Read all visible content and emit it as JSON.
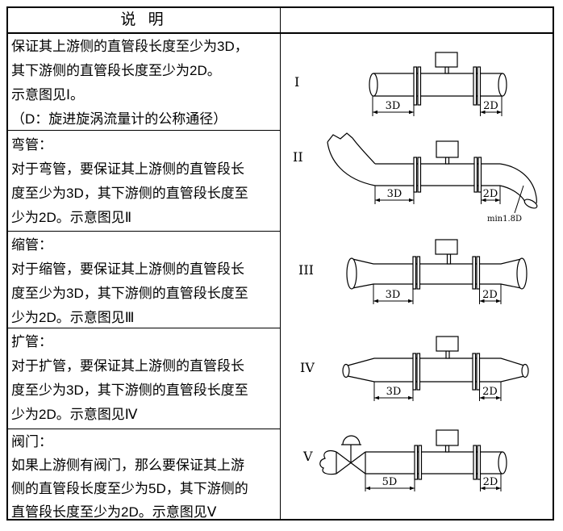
{
  "table": {
    "header": "说 明",
    "rows": [
      {
        "lines": [
          "保证其上游侧的直管段长度至少为3D，",
          "其下游侧的直管段长度至少为2D。",
          "示意图见Ⅰ。",
          "（D：旋进旋涡流量计的公称通径）"
        ]
      },
      {
        "lines": [
          "弯管：",
          "对于弯管，要保证其上游侧的直管段长",
          "度至少为3D，其下游侧的直管段长度至",
          "少为2D。示意图见Ⅱ"
        ]
      },
      {
        "lines": [
          "缩管：",
          "对于缩管，要保证其上游侧的直管段长",
          "度至少为3D，其下游侧的直管段长度至",
          "少为2D。示意图见Ⅲ"
        ]
      },
      {
        "lines": [
          "扩管：",
          "对于扩管，要保证其上游侧的直管段长",
          "度至少为3D，其下游侧的直管段长度至",
          "少为2D。示意图见Ⅳ"
        ]
      },
      {
        "lines": [
          "阀门：",
          "如果上游侧有阀门，那么要保证其上游",
          "侧的直管段长度至少为5D，其下游侧的",
          "直管段长度至少为2D。示意图见Ⅴ"
        ]
      }
    ]
  },
  "diagrams": [
    {
      "numeral": "I",
      "dim_upstream": "3D",
      "dim_downstream": "2D"
    },
    {
      "numeral": "II",
      "dim_upstream": "3D",
      "dim_downstream": "2D",
      "bend_note": "min1.8D"
    },
    {
      "numeral": "III",
      "dim_upstream": "3D",
      "dim_downstream": "2D"
    },
    {
      "numeral": "IV",
      "dim_upstream": "3D",
      "dim_downstream": "2D"
    },
    {
      "numeral": "V",
      "dim_upstream": "5D",
      "dim_downstream": "2D"
    }
  ],
  "colors": {
    "line": "#000000",
    "background": "#ffffff"
  }
}
